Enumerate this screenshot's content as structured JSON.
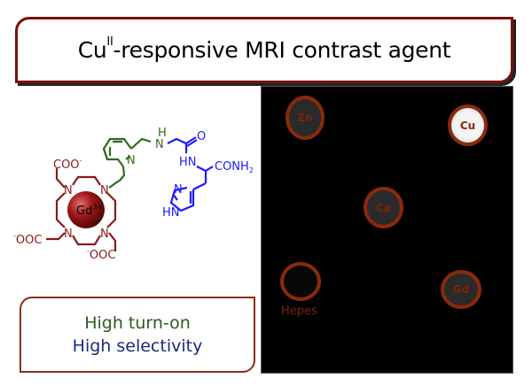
{
  "title": {
    "prefix": "Cu",
    "superscript": "II",
    "suffix": "-responsive MRI contrast agent"
  },
  "molecule": {
    "metal_center": "Gd",
    "metal_charge": "3+",
    "carboxylate_top": "COO",
    "carboxylate_left": "OOC",
    "carboxylate_bottom": "OOC",
    "charge_minus": "-",
    "ring_nitrogen": "N",
    "pyridine_nitrogen": "N",
    "amine_h": "H",
    "amine_n": "N",
    "carbonyl_o": "O",
    "amide_hn": "HN",
    "amide_group": "CONH",
    "amide_sub": "2",
    "imidazole_n": "N",
    "imidazole_hn": "HN",
    "colors": {
      "macrocycle": "#8b1a1a",
      "linker": "#2e6b1e",
      "peptide": "#1a1aff"
    }
  },
  "mri_panel": {
    "samples": [
      {
        "label": "Zn",
        "state": "dark"
      },
      {
        "label": "Cu",
        "state": "bright"
      },
      {
        "label": "Ca",
        "state": "dark"
      },
      {
        "label": "",
        "state": "black",
        "caption": "Hepes"
      },
      {
        "label": "Gd",
        "state": "dark"
      }
    ]
  },
  "features": {
    "line1": "High turn-on",
    "line1_color": "#2e5a1a",
    "line2": "High selectivity",
    "line2_color": "#1a2a7a"
  }
}
